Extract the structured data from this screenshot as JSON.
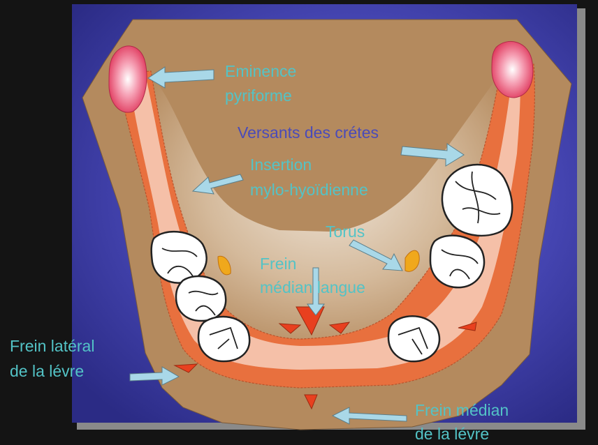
{
  "diagram": {
    "labels": {
      "eminence_line1": "Eminence",
      "eminence_line2": "pyriforme",
      "versants": "Versants des crétes",
      "insertion_line1": "Insertion",
      "insertion_line2": "mylo-hyoïdienne",
      "torus": "Torus",
      "frein_langue_line1": "Frein",
      "frein_langue_line2": "médian langue",
      "frein_lateral_line1": "Frein latéral",
      "frein_lateral_line2": "de la lévre",
      "frein_median_levre_line1": "Frein médian",
      "frein_median_levre_line2": "de la lévre"
    },
    "colors": {
      "background_blue": "#3a3a9e",
      "frame_brown": "#b48a5e",
      "ridge_orange": "#e8703e",
      "ridge_highlight": "#fbe3d6",
      "pyriform_pink": "#e84a6a",
      "frenum_red": "#e8401f",
      "arrow_fill": "#a9d8e8",
      "label_teal": "#53c3c6",
      "label_blue": "#4a4bb8"
    }
  }
}
